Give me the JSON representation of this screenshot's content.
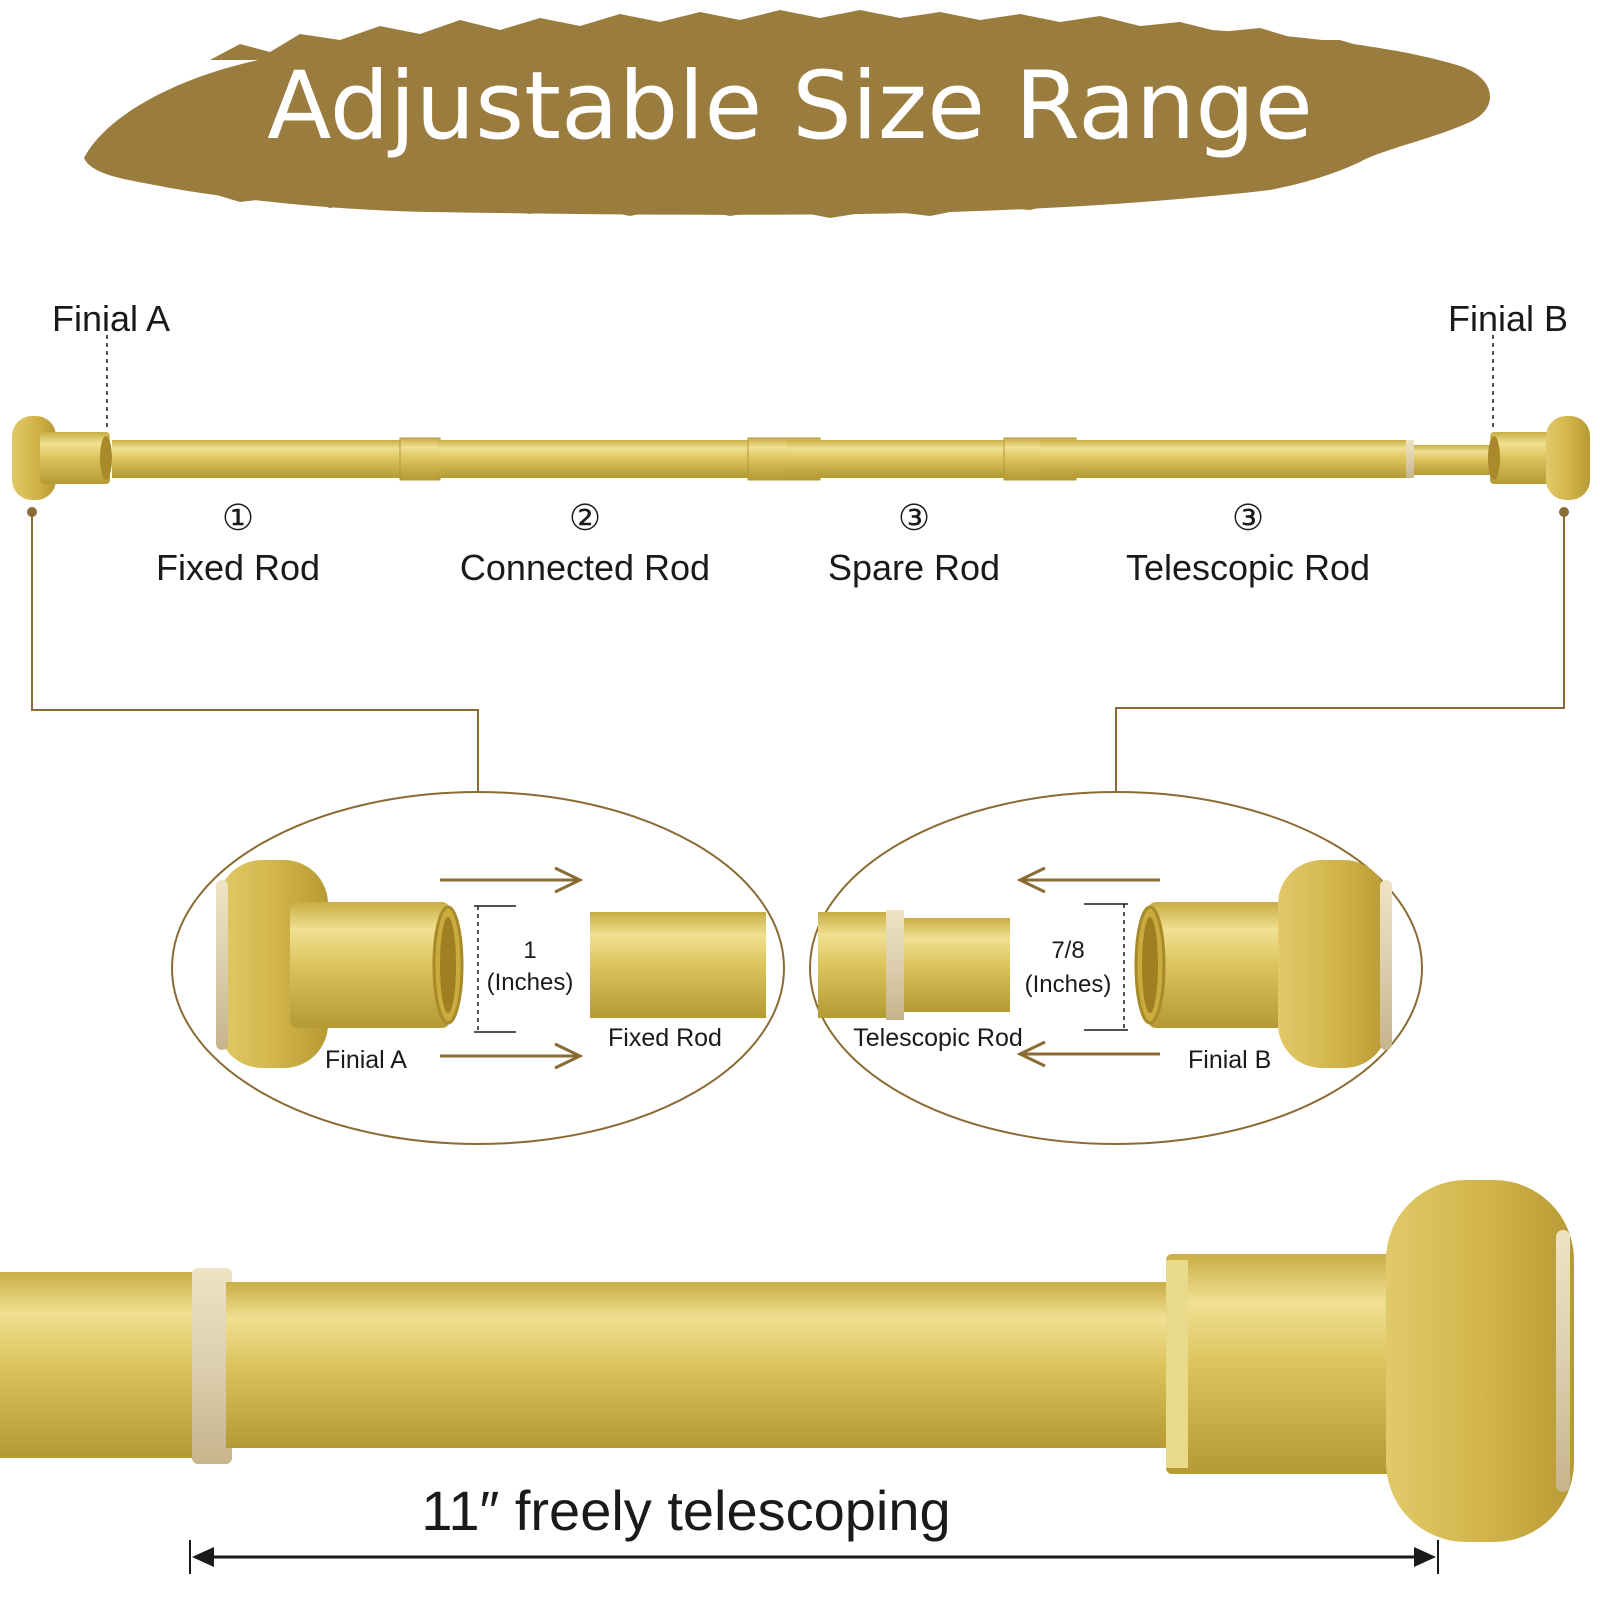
{
  "title": "Adjustable Size Range",
  "colors": {
    "brand_brush": "#9a7c3e",
    "gold_light": "#eddc86",
    "gold_mid": "#d7bd52",
    "gold_dark": "#a88a2a",
    "line_brown": "#8a6b34",
    "text": "#1a1a1a"
  },
  "ends": {
    "finial_a": "Finial A",
    "finial_b": "Finial B"
  },
  "parts": [
    {
      "number": "①",
      "label": "Fixed Rod"
    },
    {
      "number": "②",
      "label": "Connected Rod"
    },
    {
      "number": "③",
      "label": "Spare Rod"
    },
    {
      "number": "③",
      "label": "Telescopic Rod"
    }
  ],
  "detail_left": {
    "finial_label": "Finial A",
    "rod_label": "Fixed Rod",
    "size_value": "1",
    "size_unit": "(Inches)"
  },
  "detail_right": {
    "finial_label": "Finial B",
    "rod_label": "Telescopic Rod",
    "size_value": "7/8",
    "size_unit": "(Inches)"
  },
  "telescoping": {
    "label": "11″ freely telescoping"
  }
}
